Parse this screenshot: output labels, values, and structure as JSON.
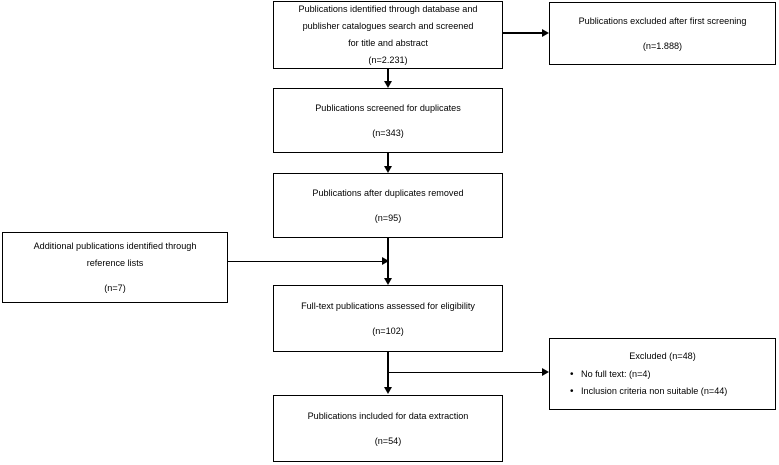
{
  "diagram": {
    "type": "prisma-flow-diagram",
    "title": "",
    "boxes": {
      "identified": {
        "name": "publications-identified",
        "lines": [
          "Publications identified through database and",
          "publisher catalogues search and screened",
          "for title and abstract"
        ],
        "count": "(n=2.231)"
      },
      "excluded_first": {
        "name": "publications-excluded-first-screening",
        "lines": [
          "Publications excluded after first screening"
        ],
        "count": "(n=1.888)"
      },
      "screened_duplicates": {
        "name": "publications-screened-duplicates",
        "lines": [
          "Publications screened for duplicates"
        ],
        "count": "(n=343)"
      },
      "after_duplicates": {
        "name": "publications-after-duplicates-removed",
        "lines": [
          "Publications after duplicates removed"
        ],
        "count": "(n=95)"
      },
      "additional": {
        "name": "additional-publications-reference-lists",
        "lines": [
          "Additional publications identified through",
          "reference lists"
        ],
        "count": "(n=7)"
      },
      "fulltext": {
        "name": "full-text-publications-assessed",
        "lines": [
          "Full-text publications assessed for eligibility"
        ],
        "count": "(n=102)"
      },
      "excluded_fulltext": {
        "name": "excluded-full-text",
        "heading": "Excluded (n=48)",
        "reasons": [
          "No full text: (n=4)",
          "Inclusion criteria non suitable (n=44)"
        ]
      },
      "included": {
        "name": "publications-included-data-extraction",
        "lines": [
          "Publications included for data extraction"
        ],
        "count": "(n=54)"
      }
    },
    "colors": {
      "stroke": "#000000",
      "background": "#ffffff",
      "text": "#000000"
    }
  }
}
